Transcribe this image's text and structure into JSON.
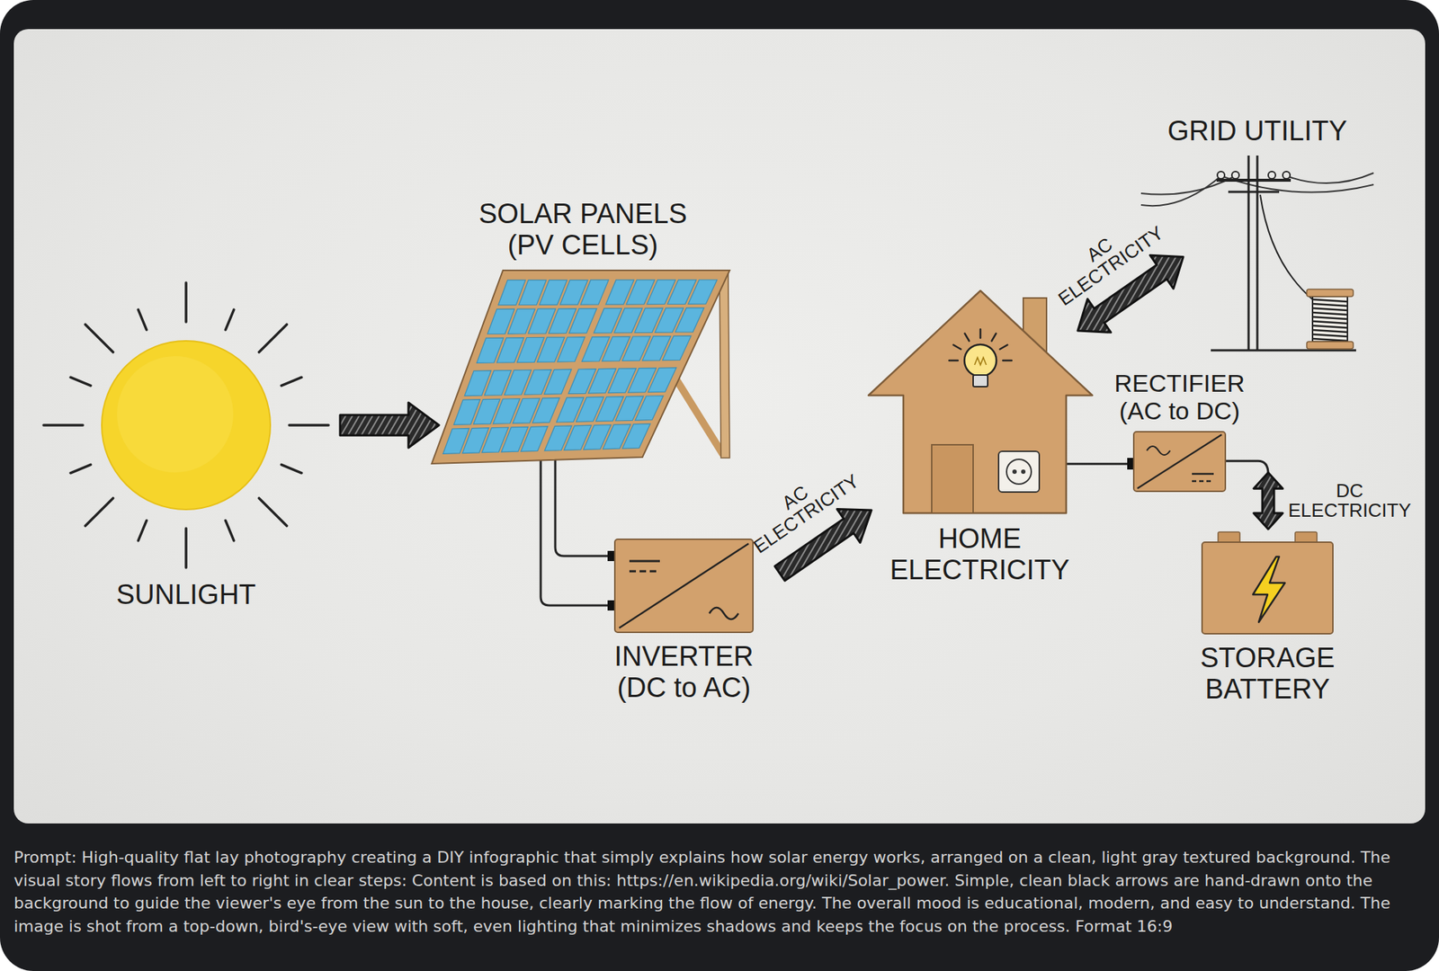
{
  "diagram": {
    "caption": "Prompt: High-quality flat lay photography creating a DIY infographic that simply explains how solar energy works, arranged on a clean, light gray textured background. The visual story flows from left to right in clear steps: Content is based on this: https://en.wikipedia.org/wiki/Solar_power. Simple, clean black arrows are hand-drawn onto the background to guide the viewer's eye from the sun to the house, clearly marking the flow of energy. The overall mood is educational, modern, and easy to understand. The image is shot from a top-down, bird's-eye view with soft, even lighting that minimizes shadows and keeps the focus on the process. Format 16:9",
    "nodes": [
      {
        "text": [
          "SUNLIGHT"
        ]
      },
      {
        "text": [
          "SOLAR PANELS (PV CELLS)"
        ]
      },
      {
        "text": [
          "INVERTER (DC to AC)"
        ]
      },
      {
        "text": [
          "HOME ELECTRICITY"
        ]
      },
      {
        "text": [
          "GRID UTILITY"
        ]
      },
      {
        "text": [
          "RECTIFIER (AC to DC)"
        ]
      },
      {
        "text": [
          "STORAGE BATTERY"
        ]
      }
    ],
    "edges": [
      {
        "from": 0,
        "to": 1,
        "arrow": "to"
      },
      {
        "from": 1,
        "to": 2,
        "arrow": "none"
      },
      {
        "from": 2,
        "to": 3,
        "label": "AC ELECTRICITY",
        "arrow": "to"
      },
      {
        "from": 3,
        "to": 4,
        "label": "AC ELECTRICITY",
        "arrow": "both"
      },
      {
        "from": 3,
        "to": 5,
        "arrow": "none"
      },
      {
        "from": 5,
        "to": 6,
        "label": "DC ELECTRICITY",
        "arrow": "both"
      }
    ]
  }
}
